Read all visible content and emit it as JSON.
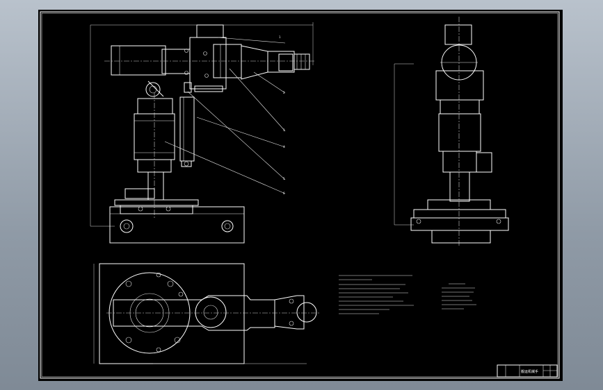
{
  "viewport": {
    "background": "#000000",
    "line_color": "#ffffff",
    "frame_bg": "#9aa4af"
  },
  "balloons": [
    "1",
    "2",
    "3",
    "4",
    "5",
    "6"
  ],
  "title_block": {
    "title": "搬运机械手"
  }
}
